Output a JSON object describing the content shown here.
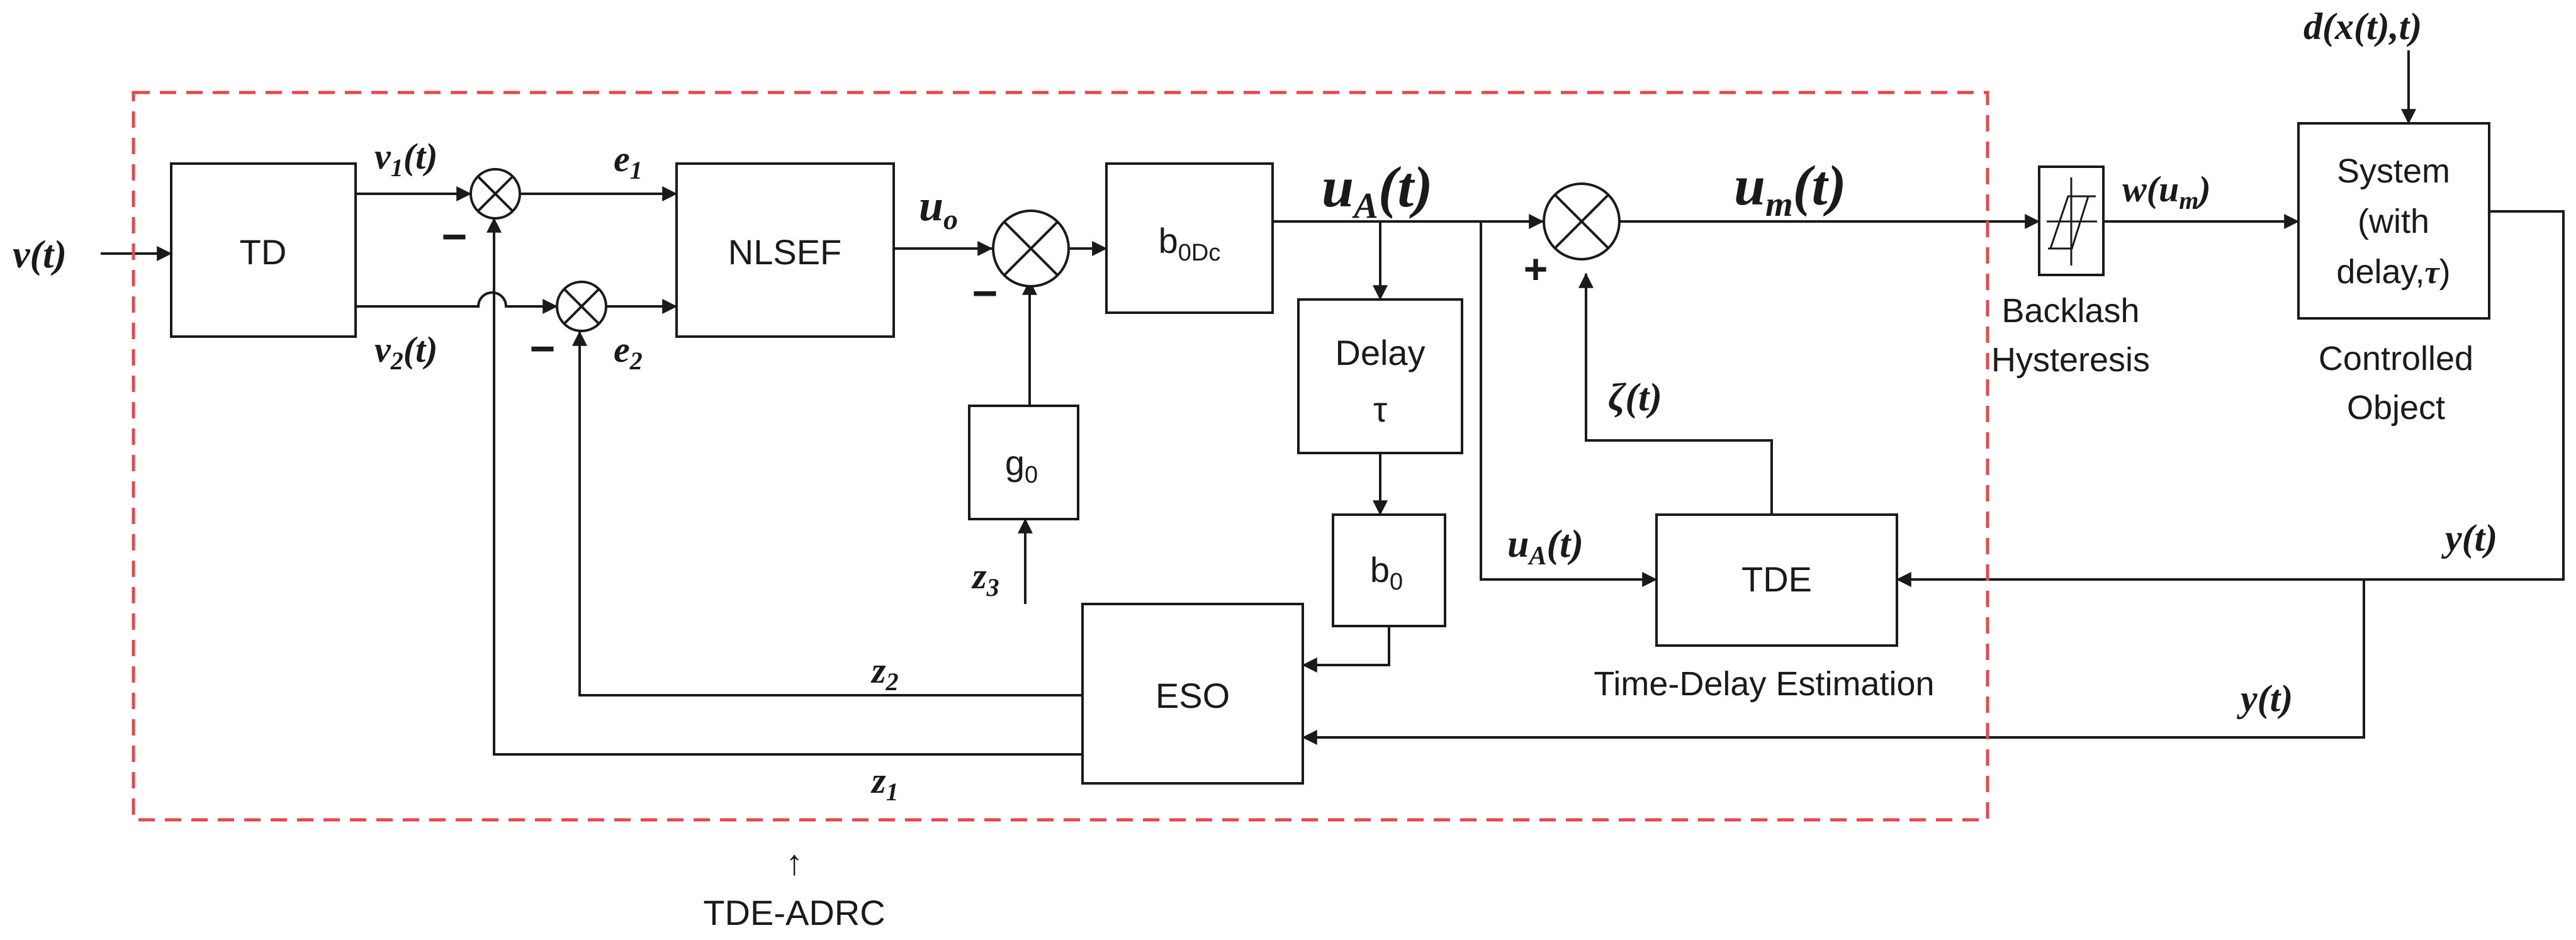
{
  "blocks": {
    "td": "TD",
    "nlsef": "NLSEF",
    "b0dc_main": "b",
    "b0dc_sub": "0Dc",
    "delay_line1": "Delay",
    "delay_line2": "τ",
    "g0_main": "g",
    "g0_sub": "0",
    "b0_main": "b",
    "b0_sub": "0",
    "eso": "ESO",
    "tde": "TDE",
    "system_line1": "System",
    "system_line2": "(with",
    "system_line3": "delay,",
    "system_tau": "τ",
    "system_close": ")"
  },
  "captions": {
    "backlash_line1": "Backlash",
    "backlash_line2": "Hysteresis",
    "controlled_line1": "Controlled",
    "controlled_line2": "Object",
    "tde_caption": "Time-Delay Estimation",
    "frame_label": "TDE-ADRC",
    "frame_arrow": "↑"
  },
  "signals": {
    "v_input": "v(t)",
    "v1_main": "v",
    "v1_sub": "1",
    "v1_arg": "(t)",
    "v2_main": "v",
    "v2_sub": "2",
    "v2_arg": "(t)",
    "e1_main": "e",
    "e1_sub": "1",
    "e2_main": "e",
    "e2_sub": "2",
    "uo_main": "u",
    "uo_sub": "o",
    "uA_main": "u",
    "uA_sub": "A",
    "uA_arg": "(t)",
    "um_main": "u",
    "um_sub": "m",
    "um_arg": "(t)",
    "w_main": "w(u",
    "w_sub": "m",
    "w_close": ")",
    "d_label": "d(x(t),t)",
    "zeta": "ζ(t)",
    "uA2_main": "u",
    "uA2_sub": "A",
    "uA2_arg": "(t)",
    "y1": "y(t)",
    "y2": "y(t)",
    "z1_main": "z",
    "z1_sub": "1",
    "z2_main": "z",
    "z2_sub": "2",
    "z3_main": "z",
    "z3_sub": "3"
  },
  "signs": {
    "minus": "−",
    "plus": "+"
  }
}
